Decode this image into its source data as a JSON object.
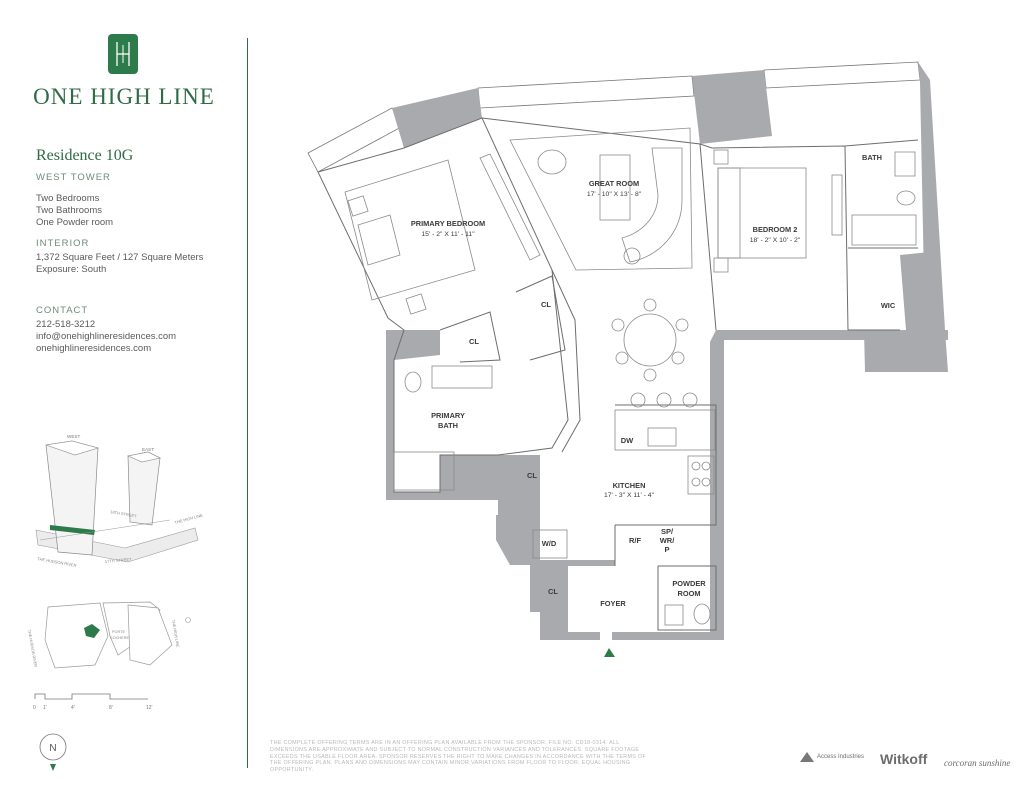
{
  "brand": {
    "name": "ONE HIGH LINE",
    "monogram": "1H"
  },
  "residence": {
    "title": "Residence 10G",
    "tower": "WEST TOWER",
    "features": [
      "Two Bedrooms",
      "Two Bathrooms",
      "One Powder room"
    ],
    "interior_heading": "INTERIOR",
    "interior": [
      "1,372 Square Feet / 127 Square Meters",
      "Exposure: South"
    ]
  },
  "contact": {
    "heading": "CONTACT",
    "phone": "212-518-3212",
    "email": "info@onehighlineresidences.com",
    "website": "onehighlineresidences.com"
  },
  "key_plan": {
    "tower_labels": {
      "west": "WEST",
      "east": "EAST"
    },
    "streets": [
      "18TH STREET",
      "17TH STREET",
      "THE HUDSON RIVER",
      "THE HIGH LINE"
    ],
    "site_labels": {
      "river": "THE HUDSON RIVER",
      "high_line": "THE HIGH LINE",
      "porte": "PORTE",
      "cochere": "COCHERE"
    }
  },
  "scale": {
    "ticks": [
      "0",
      "1'",
      "4'",
      "8'",
      "12'"
    ]
  },
  "compass": {
    "label": "N"
  },
  "rooms": {
    "great_room": {
      "name": "GREAT ROOM",
      "dims": "17' - 10\" X 13' - 8\""
    },
    "primary_bedroom": {
      "name": "PRIMARY BEDROOM",
      "dims": "15' - 2\" X 11' - 11\""
    },
    "bedroom_2": {
      "name": "BEDROOM 2",
      "dims": "18' - 2\" X 10' - 2\""
    },
    "bath": {
      "name": "BATH"
    },
    "wic": {
      "name": "WIC"
    },
    "primary_bath": {
      "name_line1": "PRIMARY",
      "name_line2": "BATH"
    },
    "kitchen": {
      "name": "KITCHEN",
      "dims": "17' - 3\" X 11' - 4\""
    },
    "powder_room": {
      "name_line1": "POWDER",
      "name_line2": "ROOM"
    },
    "foyer": {
      "name": "FOYER"
    },
    "closet": {
      "name": "CL"
    },
    "dw": "DW",
    "wd": "W/D",
    "rf": "R/F",
    "sp_line1": "SP/",
    "sp_line2": "WR/",
    "sp_line3": "P"
  },
  "disclaimer": "THE COMPLETE OFFERING TERMS ARE IN AN OFFERING PLAN AVAILABLE FROM THE SPONSOR. FILE NO. CD18-0314. ALL DIMENSIONS ARE APPROXIMATE AND SUBJECT TO NORMAL CONSTRUCTION VARIANCES AND TOLERANCES. SQUARE FOOTAGE EXCEEDS THE USABLE FLOOR AREA. SPONSOR RESERVES THE RIGHT TO MAKE CHANGES IN ACCORDANCE WITH THE TERMS OF THE OFFERING PLAN. PLANS AND DIMENSIONS MAY CONTAIN MINOR VARIATIONS FROM FLOOR TO FLOOR. EQUAL HOUSING OPPORTUNITY.",
  "partners": {
    "access": "Access Industries",
    "witkoff": "Witkoff",
    "corcoran": "corcoran sunshine"
  },
  "colors": {
    "brand_green": "#2f6b45",
    "wall": "#a8aaad",
    "line": "#666666"
  }
}
